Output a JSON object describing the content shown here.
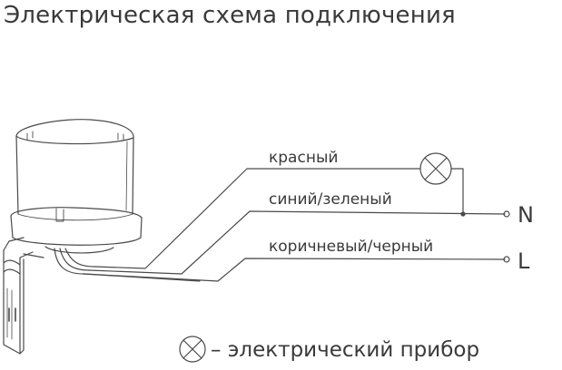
{
  "title": "Электрическая схема подключения",
  "wires": {
    "red": "красный",
    "blue_green": "синий/зеленый",
    "brown_black": "коричневый/черный"
  },
  "terminals": {
    "neutral": "N",
    "line": "L"
  },
  "legend": {
    "symbol_icon": "lamp-cross-circle-icon",
    "text": "– электрический прибор"
  },
  "colors": {
    "line": "#4a4a4a",
    "text": "#3a3a3a"
  }
}
